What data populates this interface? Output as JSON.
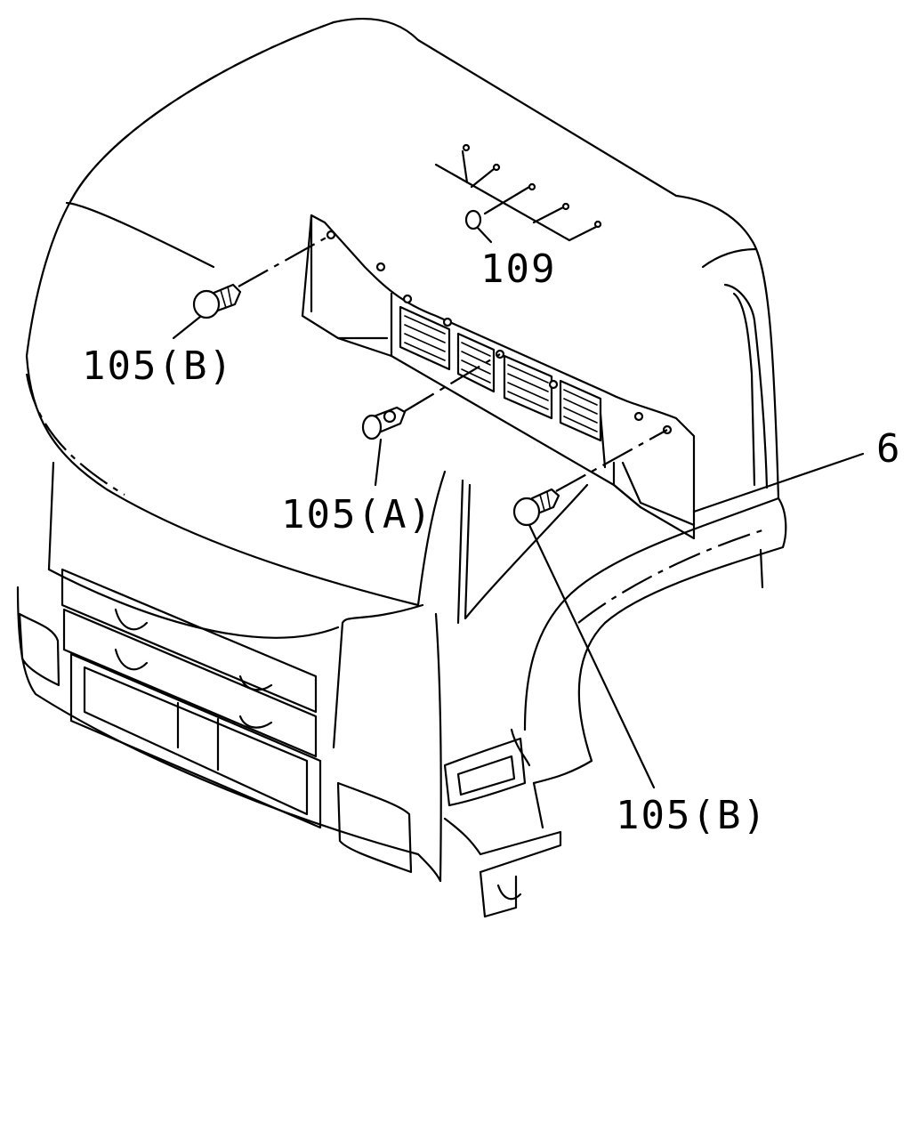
{
  "callouts": {
    "c109": "109",
    "c105b_left": "105(B)",
    "c105a": "105(A)",
    "c6": "6",
    "c105b_right": "105(B)"
  }
}
